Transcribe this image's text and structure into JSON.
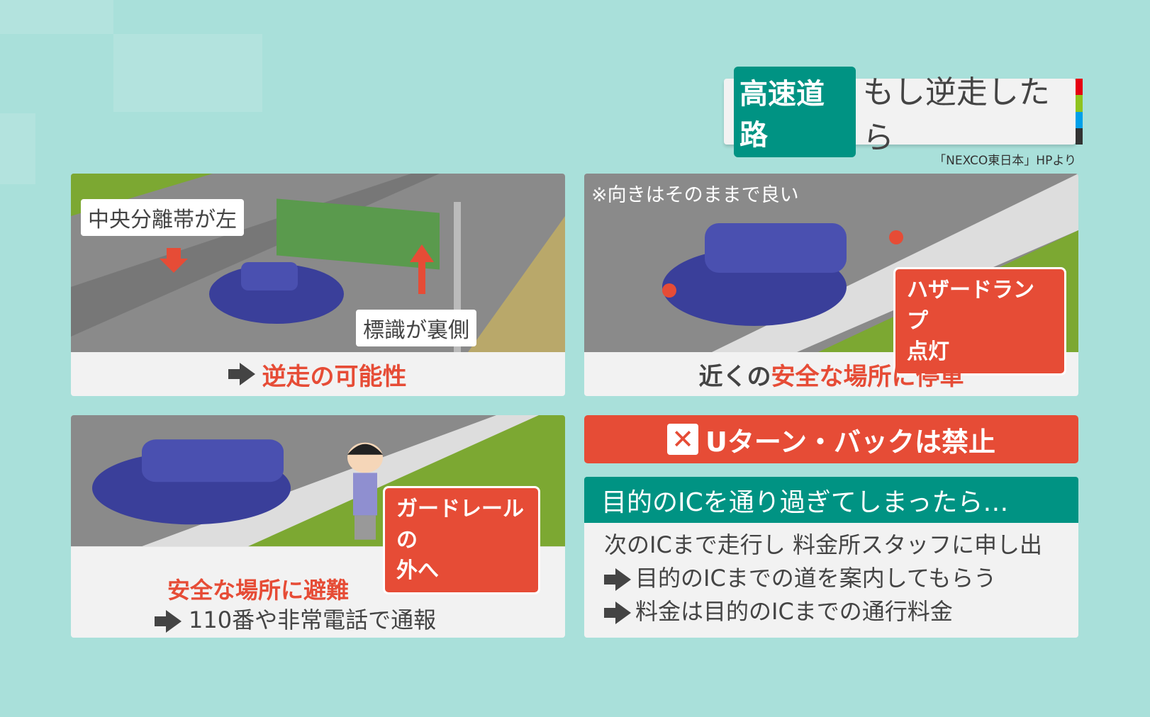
{
  "header": {
    "tag": "高速道路",
    "title": "もし逆走したら",
    "source": "「NEXCO東日本」HPより",
    "bar_colors": [
      "#e60012",
      "#8fc31f",
      "#00a0e9",
      "#333333"
    ]
  },
  "panel1": {
    "label_median": "中央分離帯が左",
    "label_sign": "標識が裏側",
    "caption": "逆走の可能性"
  },
  "panel2": {
    "note": "※向きはそのままで良い",
    "bubble_line1": "ハザードランプ",
    "bubble_line2": "点灯",
    "caption_prefix": "近くの",
    "caption_highlight": "安全な場所に停車"
  },
  "panel3": {
    "bubble_line1": "ガードレールの",
    "bubble_line2": "外へ",
    "caption_highlight": "安全な場所に避難",
    "caption_line2": "110番や非常電話で通報"
  },
  "ban": {
    "icon": "x-icon",
    "text": "Uターン・バックは禁止"
  },
  "ic": {
    "heading": "目的のICを通り過ぎてしまったら…",
    "lines": [
      "次のICまで走行し 料金所スタッフに申し出",
      "目的のICまでの道を案内してもらう",
      "料金は目的のICまでの通行料金"
    ]
  },
  "colors": {
    "accent_green": "#009383",
    "accent_red": "#e64c36"
  }
}
